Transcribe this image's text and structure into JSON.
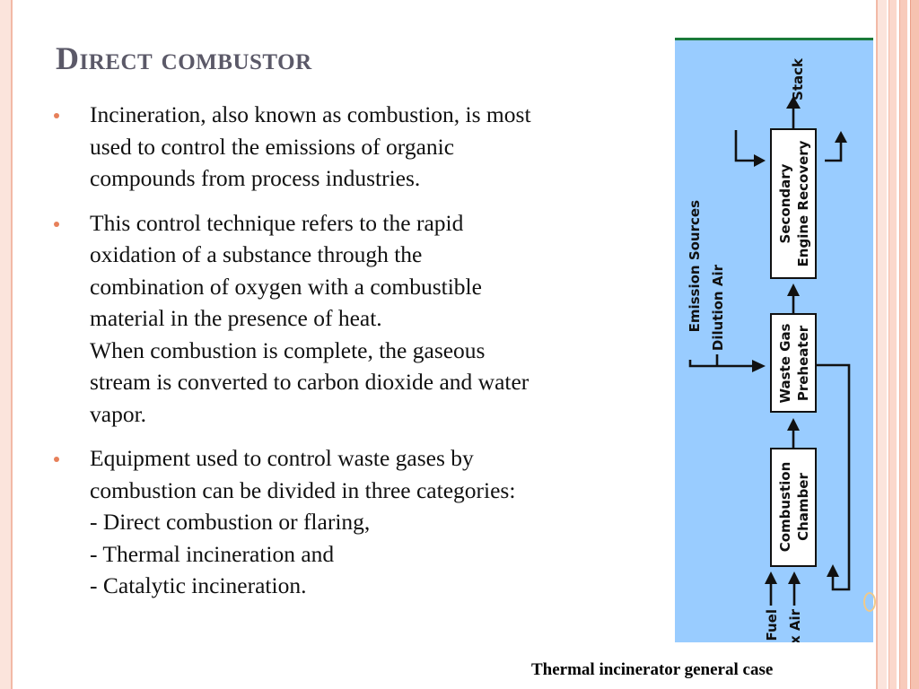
{
  "slide": {
    "title": "Direct combustor",
    "bullets": [
      {
        "lines": [
          "Incineration, also known as combustion, is most",
          "used to control the emissions of organic",
          "compounds from process industries."
        ]
      },
      {
        "lines": [
          "This control technique refers to the rapid",
          "oxidation of a substance through the",
          "combination of oxygen with a combustible",
          "material in the presence of heat.",
          "When combustion is complete, the gaseous",
          "stream is converted to carbon dioxide and water",
          "vapor."
        ]
      },
      {
        "lines": [
          "Equipment used to control waste gases by",
          "combustion can be divided in three categories:",
          "- Direct combustion or flaring,",
          "- Thermal incineration and",
          "- Catalytic incineration."
        ]
      }
    ]
  },
  "diagram": {
    "background_color": "#99ccff",
    "top_border_color": "#1a7a3a",
    "labels": {
      "stack": "Stack",
      "secondary_line1": "Secondary",
      "secondary_line2": "Engine Recovery",
      "emission_sources": "Emission Sources",
      "dilution_air": "Dilution Air",
      "waste_gas_line1": "Waste Gas",
      "waste_gas_line2": "Preheater",
      "combustion_line1": "Combustion",
      "combustion_line2": "Chamber",
      "aux_fuel": "Aux Fuel",
      "aux_air": "Aux Air"
    }
  },
  "caption": "Thermal incinerator general case",
  "theme": {
    "accent": "#e7805a",
    "title_color": "#5b5968"
  }
}
